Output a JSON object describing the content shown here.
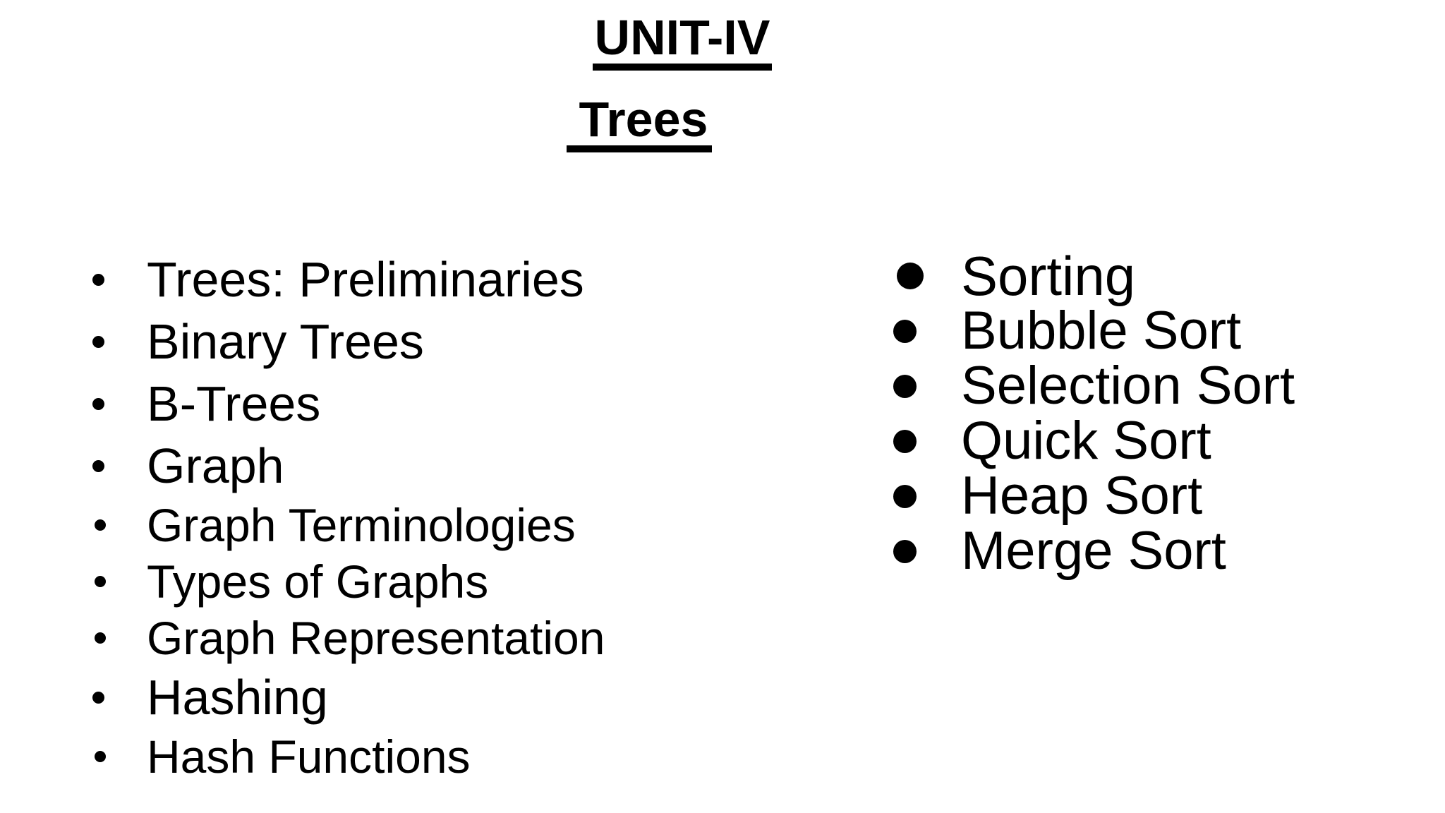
{
  "slide": {
    "title": "UNIT-IV",
    "subtitle": "Trees",
    "background_color": "#ffffff",
    "text_color": "#000000",
    "bullet_styles": {
      "left_main": "small-dot",
      "left_sub": "small-dot",
      "right_main": "large-disc",
      "right_sub": "large-disc"
    }
  },
  "left_list": [
    {
      "label": "Trees: Preliminaries",
      "children": []
    },
    {
      "label": "Binary Trees",
      "children": []
    },
    {
      "label": "B-Trees",
      "children": []
    },
    {
      "label": "Graph",
      "children": [
        {
          "label": "Graph Terminologies",
          "children": []
        },
        {
          "label": "Types of Graphs",
          "children": []
        },
        {
          "label": "Graph Representation",
          "children": []
        }
      ]
    },
    {
      "label": "Hashing",
      "children": [
        {
          "label": "Hash Functions",
          "children": []
        }
      ]
    }
  ],
  "right_list": [
    {
      "label": "Sorting",
      "children": [
        {
          "label": "Bubble Sort",
          "children": []
        },
        {
          "label": "Selection Sort",
          "children": []
        },
        {
          "label": "Quick Sort",
          "children": []
        },
        {
          "label": "Heap Sort",
          "children": []
        },
        {
          "label": "Merge Sort",
          "children": []
        }
      ]
    }
  ]
}
